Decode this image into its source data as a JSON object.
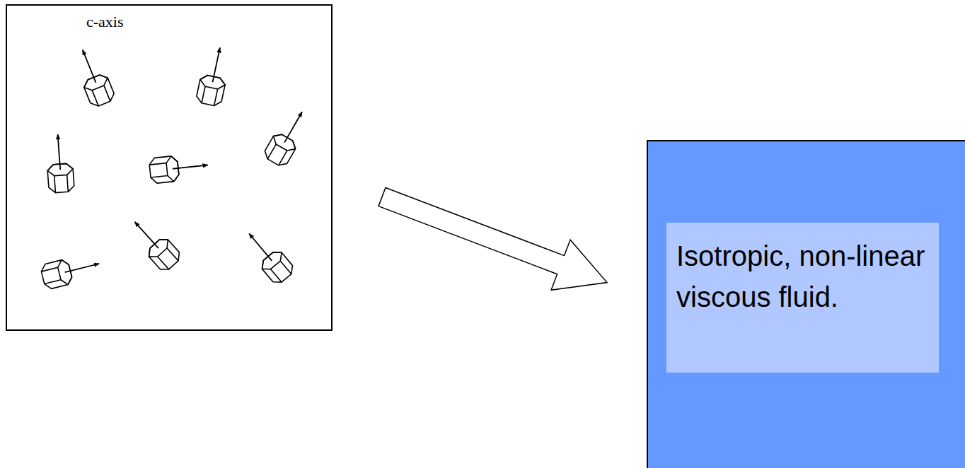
{
  "diagram": {
    "nodes": [
      {
        "text": [
          "c-axis"
        ]
      },
      {
        "text": [
          "Isotropic, non-linear viscous fluid."
        ]
      }
    ],
    "edges": [
      {
        "from": 0,
        "to": 1,
        "arrow": "to"
      }
    ]
  }
}
